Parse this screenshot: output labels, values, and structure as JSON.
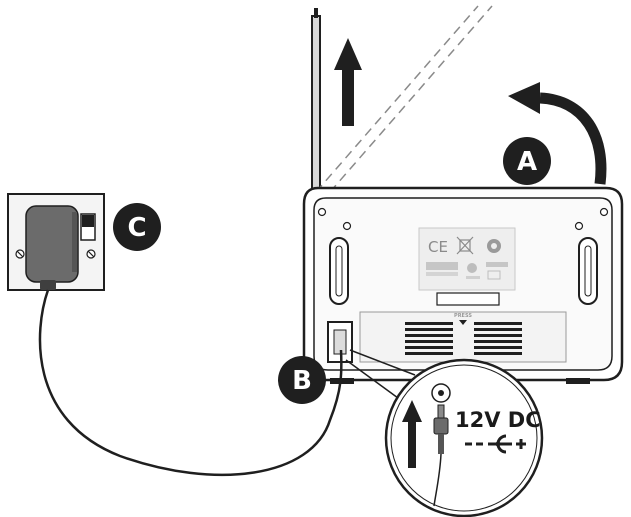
{
  "labels": {
    "a": "A",
    "b": "B",
    "c": "C"
  },
  "power_spec": "12V DC",
  "panel_text": "PRESS",
  "colors": {
    "line": "#1f1f1f",
    "adapter": "#6b6b6b",
    "badge": "#1f1f1f",
    "panel": "#f2f2f2",
    "label_panel": "#e9e9e9"
  },
  "icons": {
    "antenna": "telescopic-antenna",
    "arrow_up": "up-arrow",
    "arrow_curved": "curved-arrow",
    "polarity": "dc-polarity-symbol",
    "ce": "ce-mark",
    "weee": "weee-bin-mark"
  }
}
